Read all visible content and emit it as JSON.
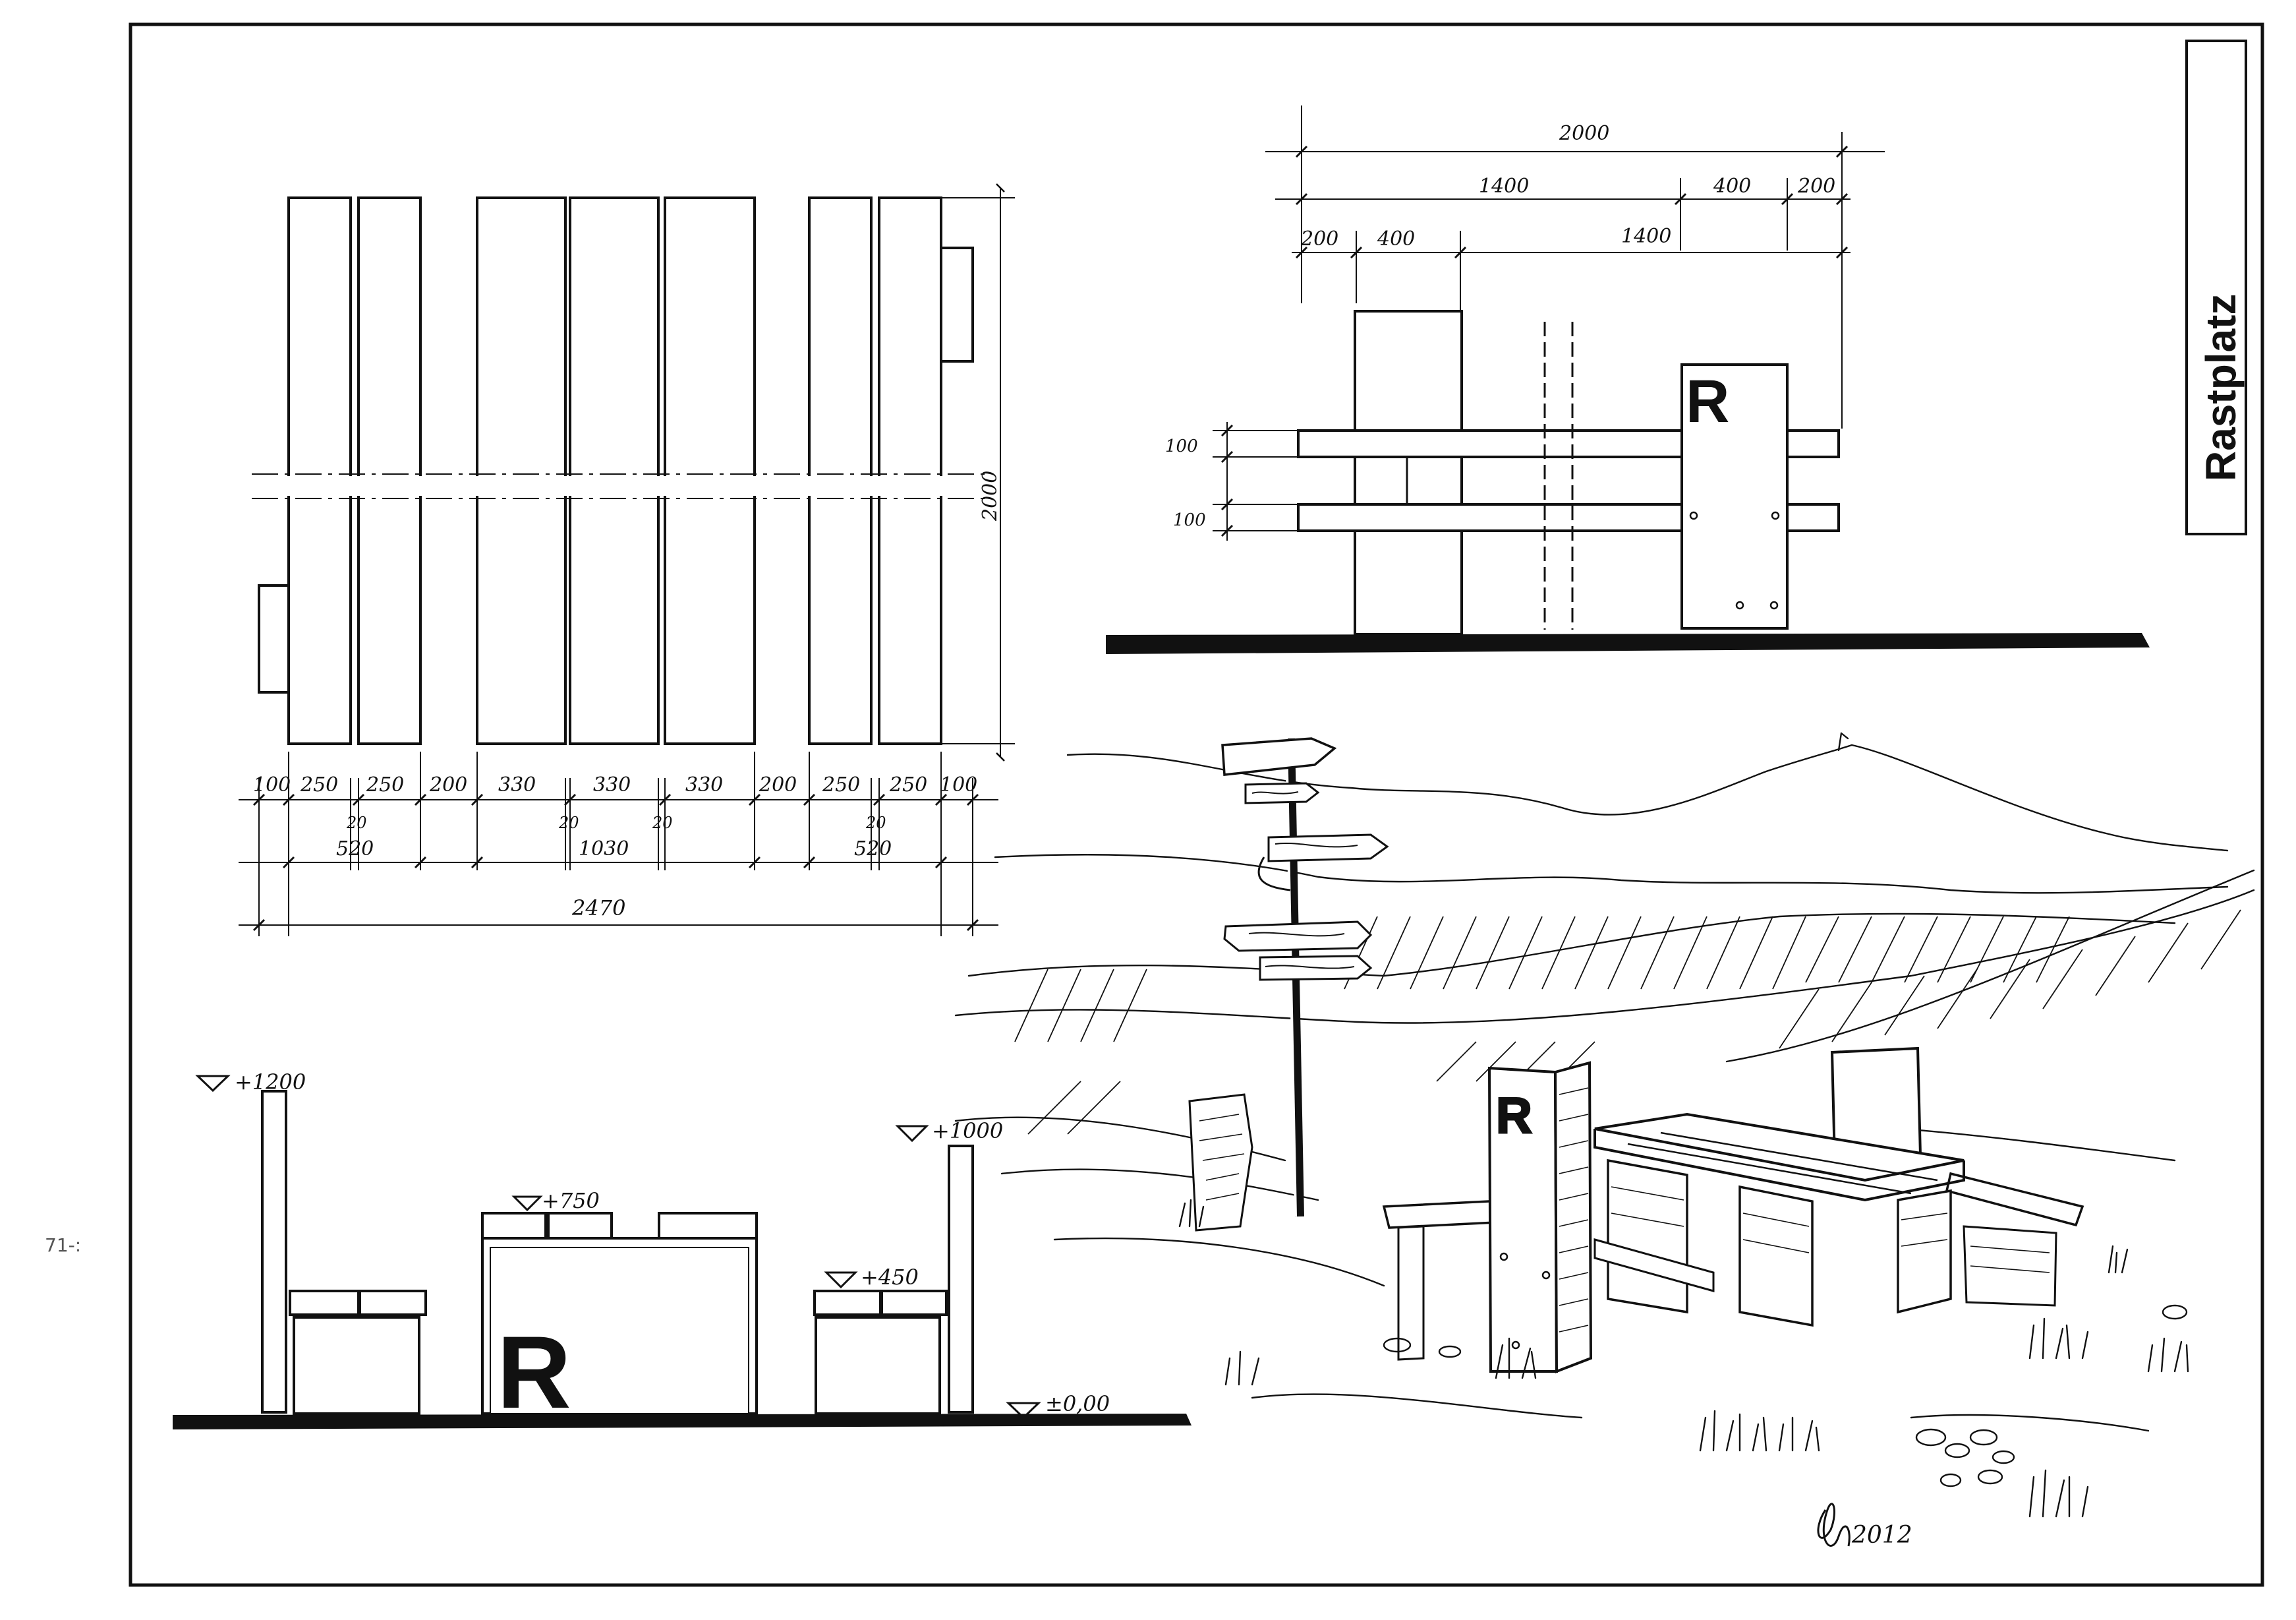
{
  "title": "Rastplatz",
  "plan_view": {
    "overall_height": "2000",
    "segments": [
      "100",
      "250",
      "250",
      "200",
      "330",
      "330",
      "330",
      "200",
      "250",
      "250",
      "100"
    ],
    "gaps": [
      "20",
      "20",
      "20",
      "20"
    ],
    "groups": [
      "520",
      "1030",
      "520"
    ],
    "overall_width": "2470"
  },
  "front_view": {
    "total": "2000",
    "row1": [
      "1400",
      "400",
      "200"
    ],
    "row2": [
      "200",
      "400",
      "1400"
    ],
    "board_heights": [
      "100",
      "100"
    ],
    "sign_letter": "R"
  },
  "side_view": {
    "levels": [
      "+1200",
      "+750",
      "+1000",
      "+450",
      "±0,00"
    ],
    "table_letter": "R"
  },
  "sketch": {
    "post_letter": "R",
    "signature": "2012"
  },
  "stray_mark": "71-:"
}
